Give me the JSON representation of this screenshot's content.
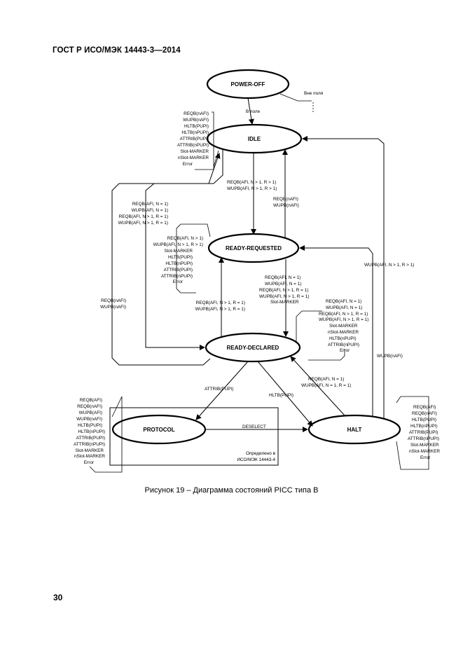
{
  "header": "ГОСТ Р ИСО/МЭК 14443-3—2014",
  "caption": "Рисунок 19 – Диаграмма состояний PICC типа B",
  "page_number": "30",
  "states": {
    "power_off": "POWER-OFF",
    "idle": "IDLE",
    "ready_requested": "READY-REQUESTED",
    "ready_declared": "READY-DECLARED",
    "protocol": "PROTOCOL",
    "halt": "HALT"
  },
  "labels": {
    "out_of_field": "Вне поля",
    "in_field": "В поле",
    "idle_self": [
      "REQB(nAFI)",
      "WUPB(nAFI)",
      "HLTB(PUPI)",
      "HLTB(nPUPI)",
      "ATTRIB(PUPI)",
      "ATTRIB(nPUPI)",
      "Slot-MARKER",
      "nSlot-MARKER",
      "Error"
    ],
    "idle_to_rr": [
      "REQB(AFI, N > 1, R > 1)",
      "WUPB(AFI, N > 1, R > 1)"
    ],
    "rr_to_idle": [
      "REQB(nAFI)",
      "WUPB(nAFI)"
    ],
    "idle_to_rd": [
      "REQB(AFI, N = 1)",
      "WUPB(AFI, N = 1)",
      "REQB(AFI, N > 1, R = 1)",
      "WUPB(AFI, N > 1, R = 1)"
    ],
    "rr_self": [
      "REQB(AFI, N > 1)",
      "WUPB(AFI, N > 1, R > 1)",
      "Slot-MARKER",
      "HLTB(PUPI)",
      "HLTB(nPUPI)",
      "ATTRIB(PUPI)",
      "ATTRIB(nPUPI)",
      "Error"
    ],
    "rd_to_idle": [
      "REQB(nAFI)",
      "WUPB(nAFI)"
    ],
    "rr_to_rd": [
      "REQB(AFI, N > 1, R = 1)",
      "WUPB(AFI, N > 1, R = 1)"
    ],
    "rd_to_rr": [
      "REQB(AFI, N = 1)",
      "WUPB(AFI, N = 1)",
      "REQB(AFI, N > 1, R = 1)",
      "WUPB(AFI, N > 1, R = 1)",
      "Slot-MARKER"
    ],
    "rd_self": [
      "REQB(AFI, N = 1)",
      "WUPB(AFI, N = 1)",
      "REQB(AFI, N > 1, R = 1)",
      "WUPB(AFI, N > 1, R = 1)",
      "Slot-MARKER",
      "nSlot-MARKER",
      "HLTB(nPUPI)",
      "ATTRIB(nPUPI)",
      "Error"
    ],
    "halt_to_rr": "WUPB(AFI, N > 1, R > 1)",
    "halt_to_idle": "WUPB(nAFI)",
    "halt_to_rd": [
      "REQB(AFI, N = 1)",
      "WUPB(AFI, N = 1, R = 1)"
    ],
    "rd_to_protocol": "ATTRIB(PUPI)",
    "rd_to_halt": "HLTB(PUPI)",
    "deselect": "DESELECT",
    "protocol_self": [
      "REQB(AFI)",
      "REQB(nAFI)",
      "WUPB(AFI)",
      "WUPB(nAFI)",
      "HLTB(PUPI)",
      "HLTB(nPUPI)",
      "ATTRIB(PUPI)",
      "ATTRIB(nPUPI)",
      "Slot-MARKER",
      "nSlot-MARKER",
      "Error"
    ],
    "halt_self": [
      "REQB(AFI)",
      "REQB(nAFI)",
      "HLTB(PUPI)",
      "HLTB(nPUPI)",
      "ATTRIB(PUPI)",
      "ATTRIB(nPUPI)",
      "Slot-MARKER",
      "nSlot-MARKER",
      "Error"
    ],
    "defined_in": [
      "Определено в",
      "ИСО/МЭК 14443-4"
    ]
  }
}
